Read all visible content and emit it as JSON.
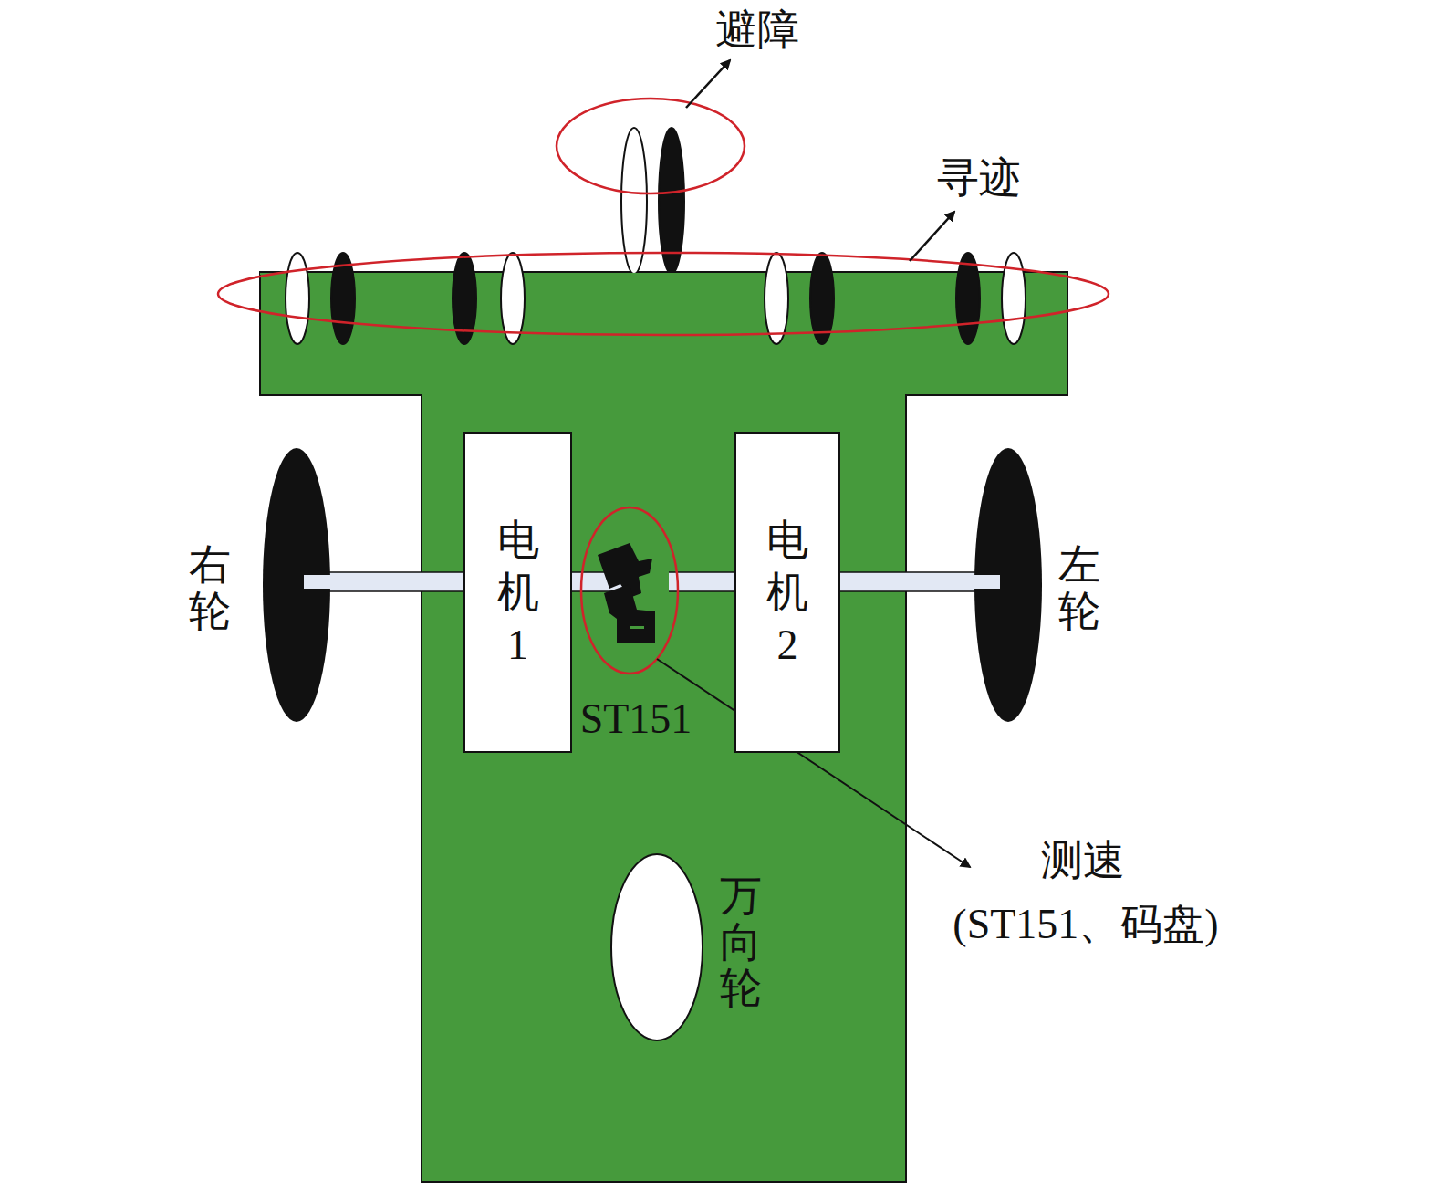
{
  "diagram": {
    "nodes": [
      {
        "text": [
          "电机1"
        ]
      },
      {
        "text": [
          "电机2"
        ]
      }
    ],
    "labels": [
      "避障",
      "寻迹",
      "右轮",
      "左轮",
      "ST151",
      "万向轮",
      "测速",
      "(ST151、码盘)"
    ]
  }
}
